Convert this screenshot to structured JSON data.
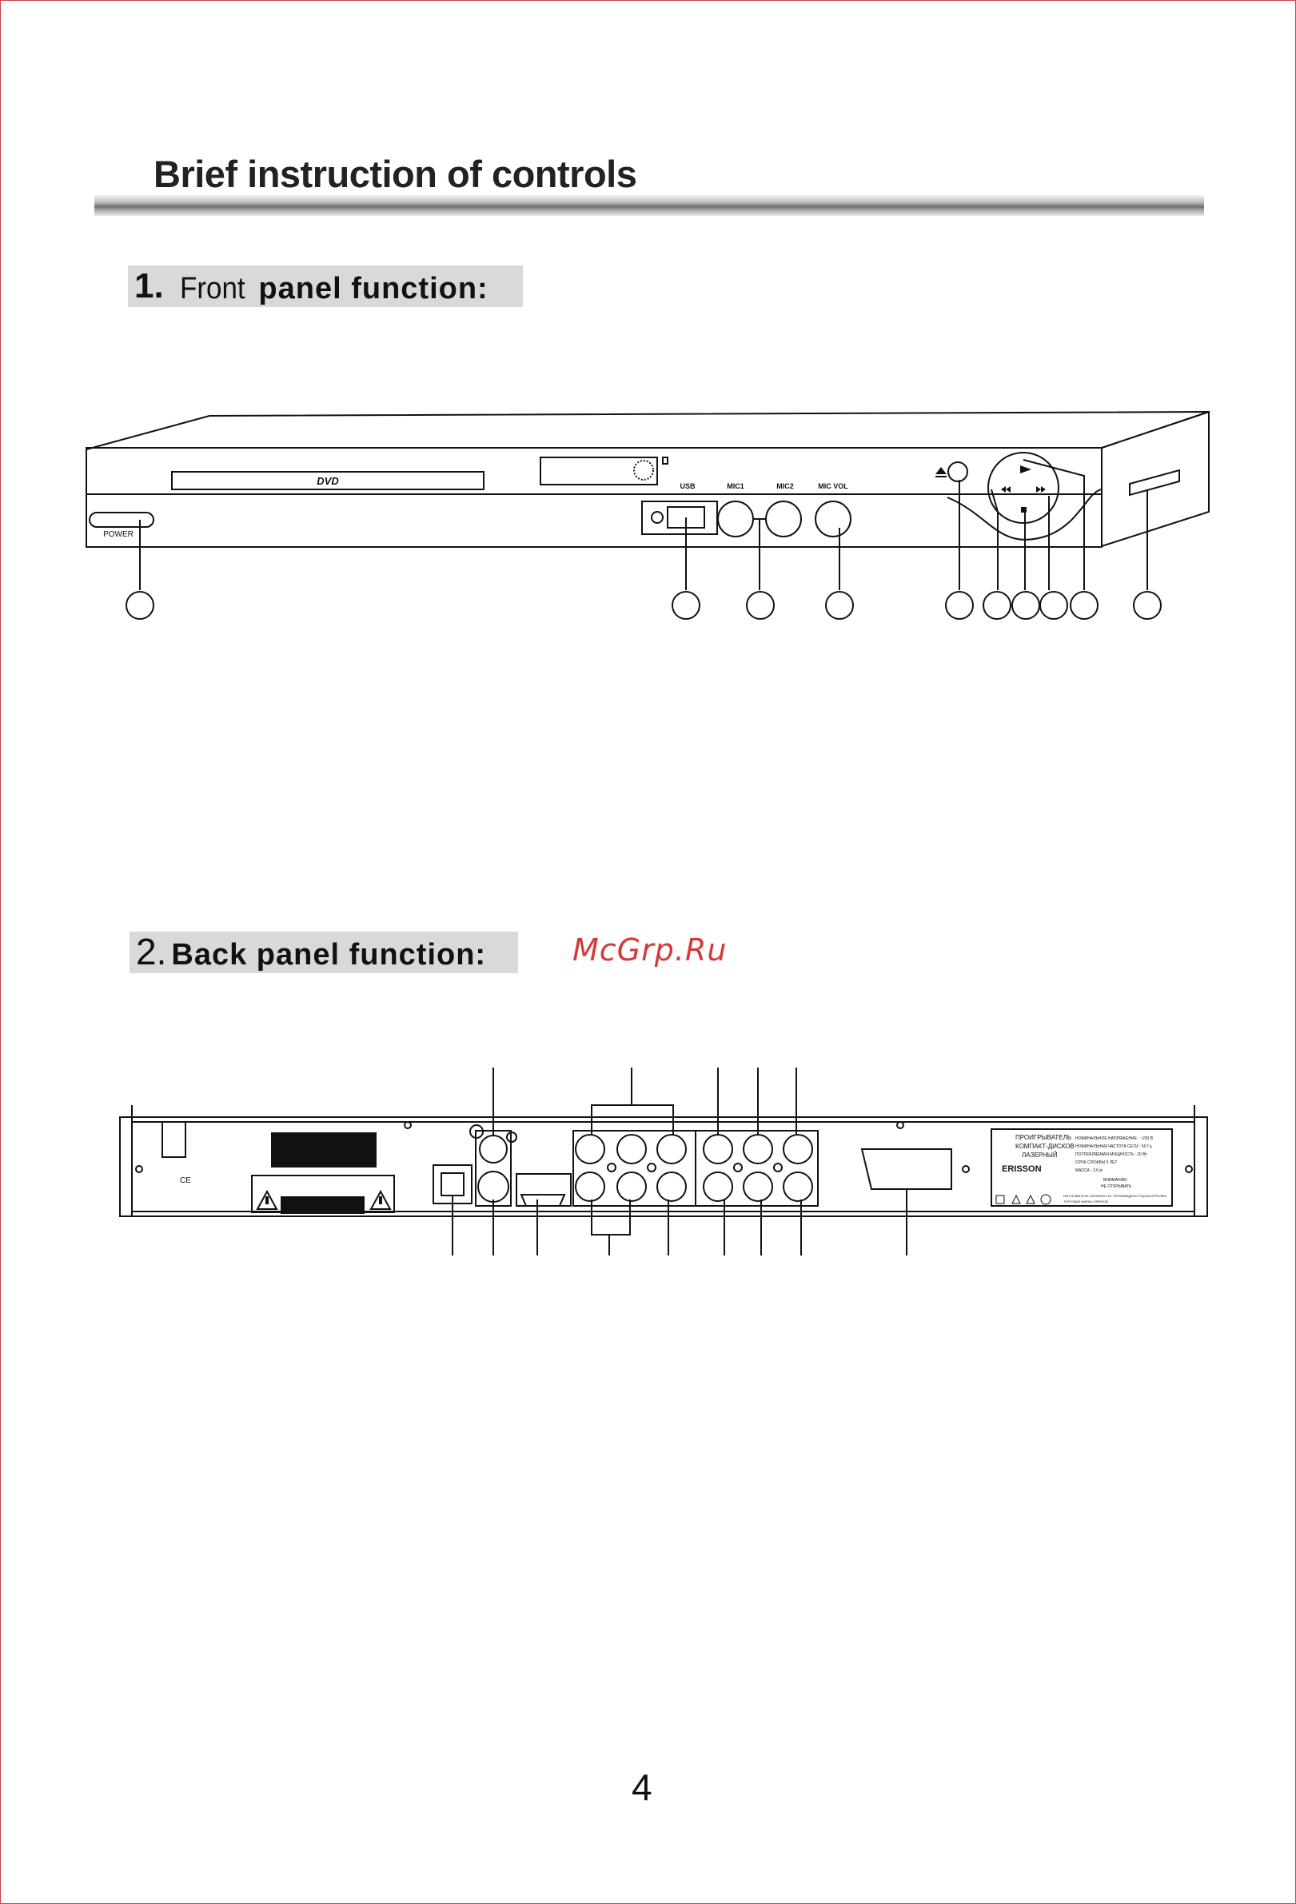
{
  "page": {
    "title": "Brief instruction of controls",
    "page_number": "4",
    "watermark": "McGrp.Ru"
  },
  "section1": {
    "number": "1.",
    "prefix": "Front",
    "text": "panel function:"
  },
  "section2": {
    "number": "2.",
    "text": "Back panel function:"
  },
  "front_panel": {
    "disc_label": "DVD",
    "power_label": "POWER",
    "usb_label": "USB",
    "mic1_label": "MIC1",
    "mic2_label": "MIC2",
    "mic_vol_label": "MIC VOL"
  },
  "back_panel": {
    "brand": "ERISSON",
    "label_lines": [
      "ПРОИГРЫВАТЕЛЬ",
      "КОМПАКТ-ДИСКОВ",
      "ЛАЗЕРНЫЙ"
    ],
    "spec_lines": [
      "НОМИНАЛЬНОЕ НАПРЯЖЕНИЕ : ~220 В",
      "НОМИНАЛЬНАЯ ЧАСТОТА СЕТИ : 50 Гц",
      "ПОТРЕБЛЯЕМАЯ МОЩНОСТЬ : 20 Вт",
      "СРОК СЛУЖБЫ 5 ЛЕТ",
      "МАССА : 2,0 кг"
    ],
    "warning_lines": [
      "ВНИМАНИЕ!",
      "НЕ ОТКРЫВАТЬ"
    ],
    "footer_lines": [
      "ИЗГОТОВИТЕЛЬ: ERISSON LTD. ПРОИЗВЕДЕНО ПОД КОНТРОЛЕМ",
      "ТОРГОВАЯ МАРКА: ERISSON"
    ],
    "ce_mark": "CE"
  }
}
